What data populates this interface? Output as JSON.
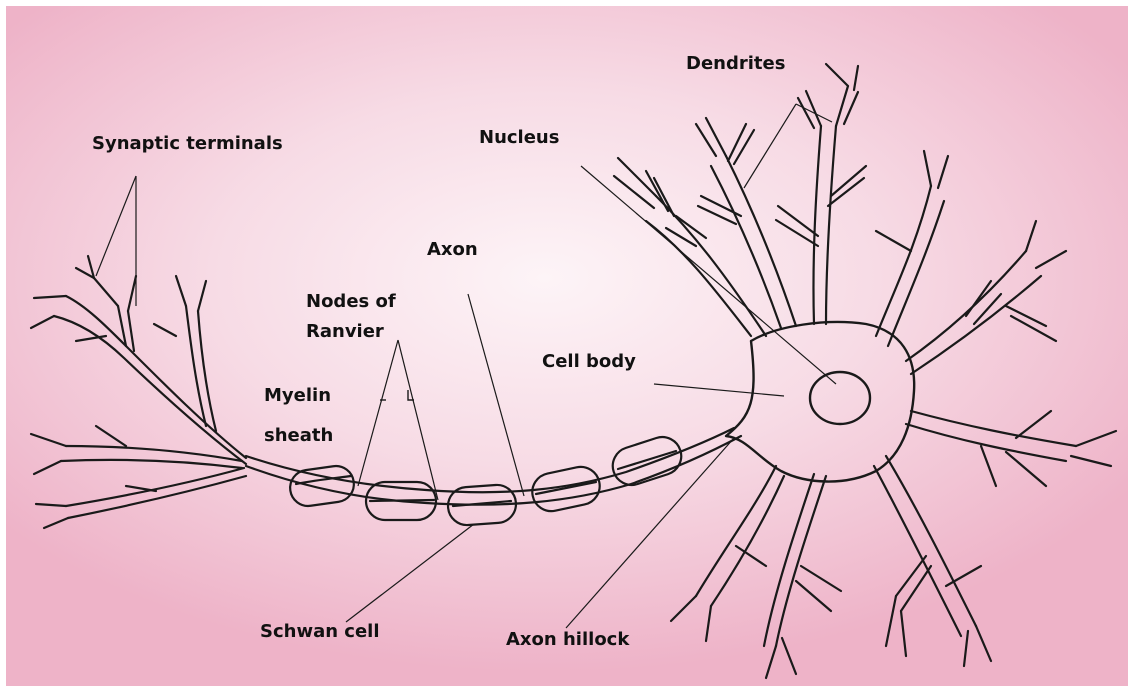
{
  "diagram": {
    "labels": {
      "dendrites": "Dendrites",
      "synaptic_terminals": "Synaptic terminals",
      "nucleus": "Nucleus",
      "axon": "Axon",
      "nodes_of_ranvier_line1": "Nodes of",
      "nodes_of_ranvier_line2": "Ranvier",
      "cell_body": "Cell body",
      "myelin_sheath_line1": "Myelin",
      "myelin_sheath_line2": "sheath",
      "schwan_cell": "Schwan cell",
      "axon_hillock": "Axon hillock"
    },
    "colors": {
      "background_center": "#fdf4f7",
      "background_edge": "#eeb3c8",
      "cell_fill": "#ffffff",
      "line": "#1a1a1a"
    }
  }
}
